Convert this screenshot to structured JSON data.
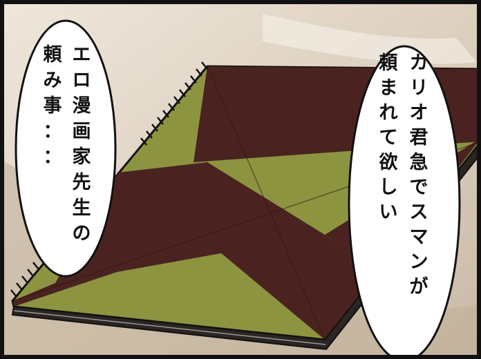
{
  "panel": {
    "bubble_left": {
      "lines": [
        "エロ漫画家先生の",
        "頼み事：："
      ]
    },
    "bubble_right": {
      "lines": [
        "カリオ君急でスマンが",
        "頼まれて欲しい"
      ]
    },
    "colors": {
      "board_olive": "#8d9440",
      "board_brown": "#4a2320",
      "background_beige": "#e6dacb",
      "bubble_fill": "#ffffff",
      "outline": "#111111"
    }
  }
}
